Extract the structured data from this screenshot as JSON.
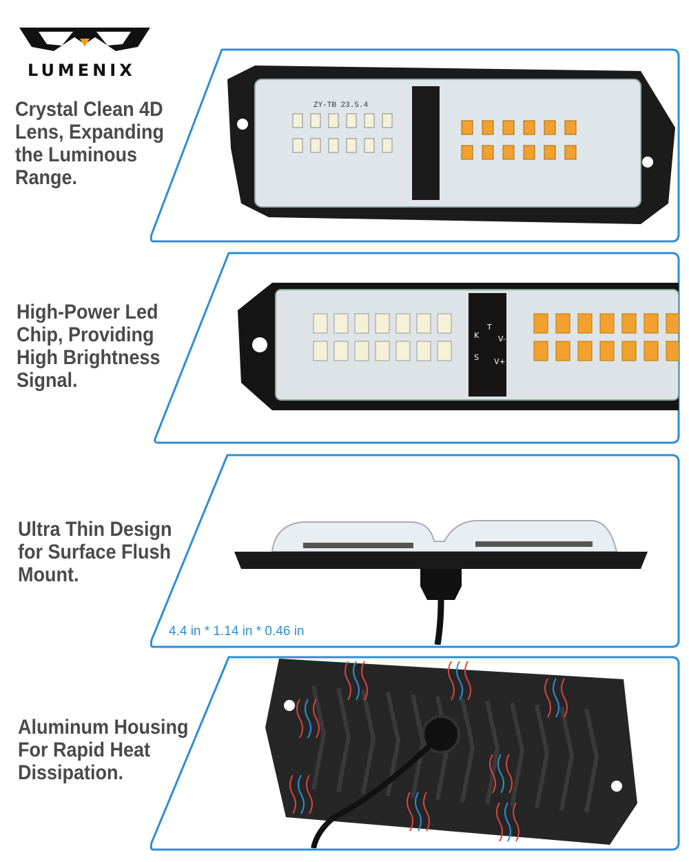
{
  "brand": {
    "name": "LUMENIX"
  },
  "panels": [
    {
      "caption": [
        "Crystal Clean 4D",
        "Lens, Expanding",
        "the Luminous",
        "Range."
      ],
      "pcb_marking": "ZY-TB 23.5.4"
    },
    {
      "caption": [
        "High-Power Led",
        "Chip, Providing",
        "High Brightness",
        "Signal."
      ]
    },
    {
      "caption": [
        "Ultra Thin Design",
        "for Surface Flush",
        "Mount."
      ],
      "dimensions": "4.4 in * 1.14 in * 0.46 in"
    },
    {
      "caption": [
        "Aluminum Housing",
        "For Rapid Heat",
        "Dissipation."
      ]
    }
  ],
  "connector_labels": [
    "K",
    "T",
    "V-",
    "S",
    "V+"
  ],
  "colors": {
    "frame_blue": "#2b8fd6",
    "white_led": "#f4f1d8",
    "amber_led": "#f2a12e",
    "caption_gray": "#4a4a4a"
  }
}
